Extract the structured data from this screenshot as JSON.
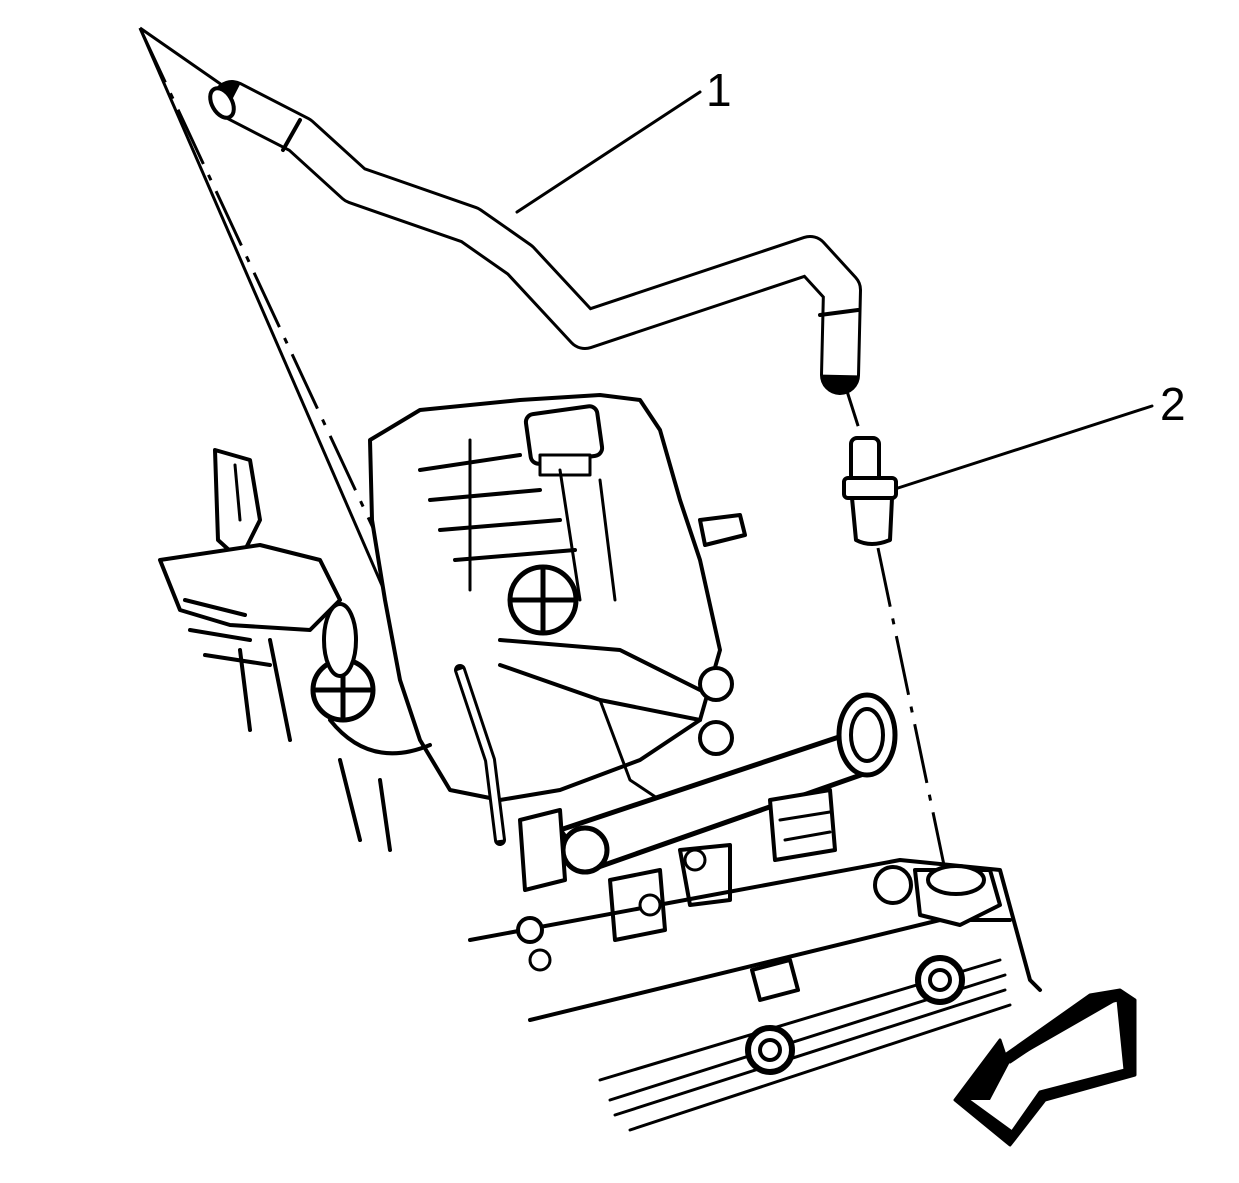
{
  "diagram": {
    "callouts": [
      {
        "id": "1",
        "label": "1"
      },
      {
        "id": "2",
        "label": "2"
      }
    ],
    "colors": {
      "line": "#000000",
      "background": "#ffffff"
    },
    "icons": [
      "front-direction-arrow-icon"
    ]
  }
}
